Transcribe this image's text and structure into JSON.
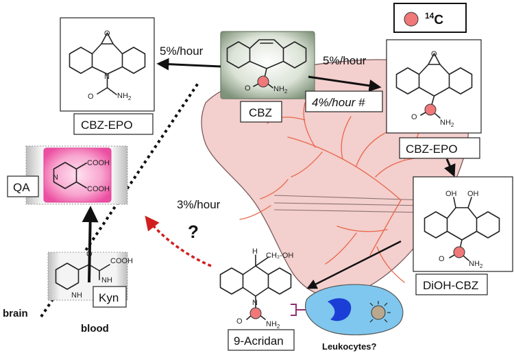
{
  "legend": {
    "label": "14C",
    "mass": "14",
    "element": "C",
    "marker_color": "#f07878"
  },
  "molecules": {
    "cbz": "CBZ",
    "cbz_epo_left": "CBZ-EPO",
    "cbz_epo_right": "CBZ-EPO",
    "diol": "DiOH-CBZ",
    "acridan": "9-Acridan",
    "qa": "QA",
    "kyn": "Kyn"
  },
  "rates": {
    "to_brain_epo": "5%/hour",
    "to_liver_epo": "5%/hour",
    "liver_note": "4%/hour #",
    "acridan_to_brain": "3%/hour",
    "unknown": "?"
  },
  "regions": {
    "brain": "brain",
    "blood": "blood"
  },
  "cells": {
    "leukocytes": "Leukocytes?"
  },
  "atoms": {
    "nh2": "NH",
    "two": "2",
    "o": "O",
    "n": "N",
    "cooh": "COOH",
    "oh": "OH",
    "h": "H",
    "ch2oh": "CH₂-OH"
  },
  "colors": {
    "liver": "#f3cfcd",
    "liver_edge": "#7a5a5a",
    "vessel": "#e8664a",
    "cbz_box": "#a9b7a2",
    "qa_box": "#f46fb2",
    "red_arrow": "#d11f1f"
  }
}
